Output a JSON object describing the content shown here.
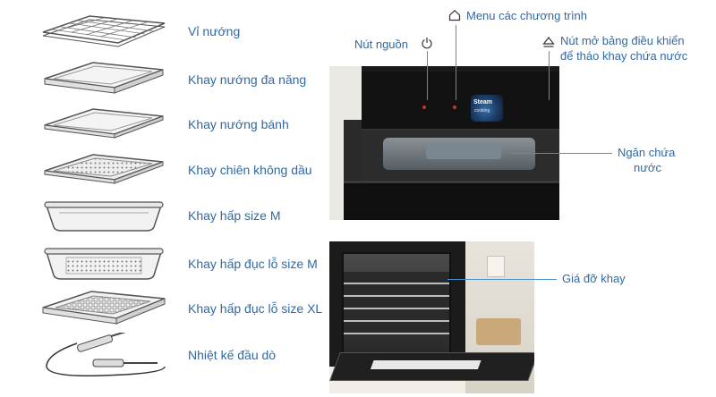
{
  "accessories": [
    {
      "label": "Vỉ nướng",
      "icon": "wire-rack-icon"
    },
    {
      "label": "Khay nướng đa năng",
      "icon": "universal-pan-icon"
    },
    {
      "label": "Khay nướng bánh",
      "icon": "baking-tray-icon"
    },
    {
      "label": "Khay chiên không dầu",
      "icon": "air-fry-tray-icon"
    },
    {
      "label": "Khay hấp size M",
      "icon": "steam-container-m-icon"
    },
    {
      "label": "Khay hấp đục lỗ size M",
      "icon": "perforated-steam-container-m-icon"
    },
    {
      "label": "Khay hấp đục lỗ size XL",
      "icon": "perforated-steam-container-xl-icon"
    },
    {
      "label": "Nhiệt kế đầu dò",
      "icon": "meat-probe-icon"
    }
  ],
  "callouts": {
    "power": "Nút nguồn",
    "menu": "Menu các chương trình",
    "panel_line1": "Nút mở bảng điều khiển",
    "panel_line2": "để tháo khay chứa nước",
    "water_line1": "Ngăn chứa",
    "water_line2": "nước",
    "shelf": "Giá đỡ khay"
  },
  "oven_display": {
    "brand_line1": "Steam",
    "brand_line2": "cooking"
  },
  "colors": {
    "label_blue": "#2f6aa5",
    "line_blue": "#4b8fce",
    "oven_black": "#141414"
  }
}
